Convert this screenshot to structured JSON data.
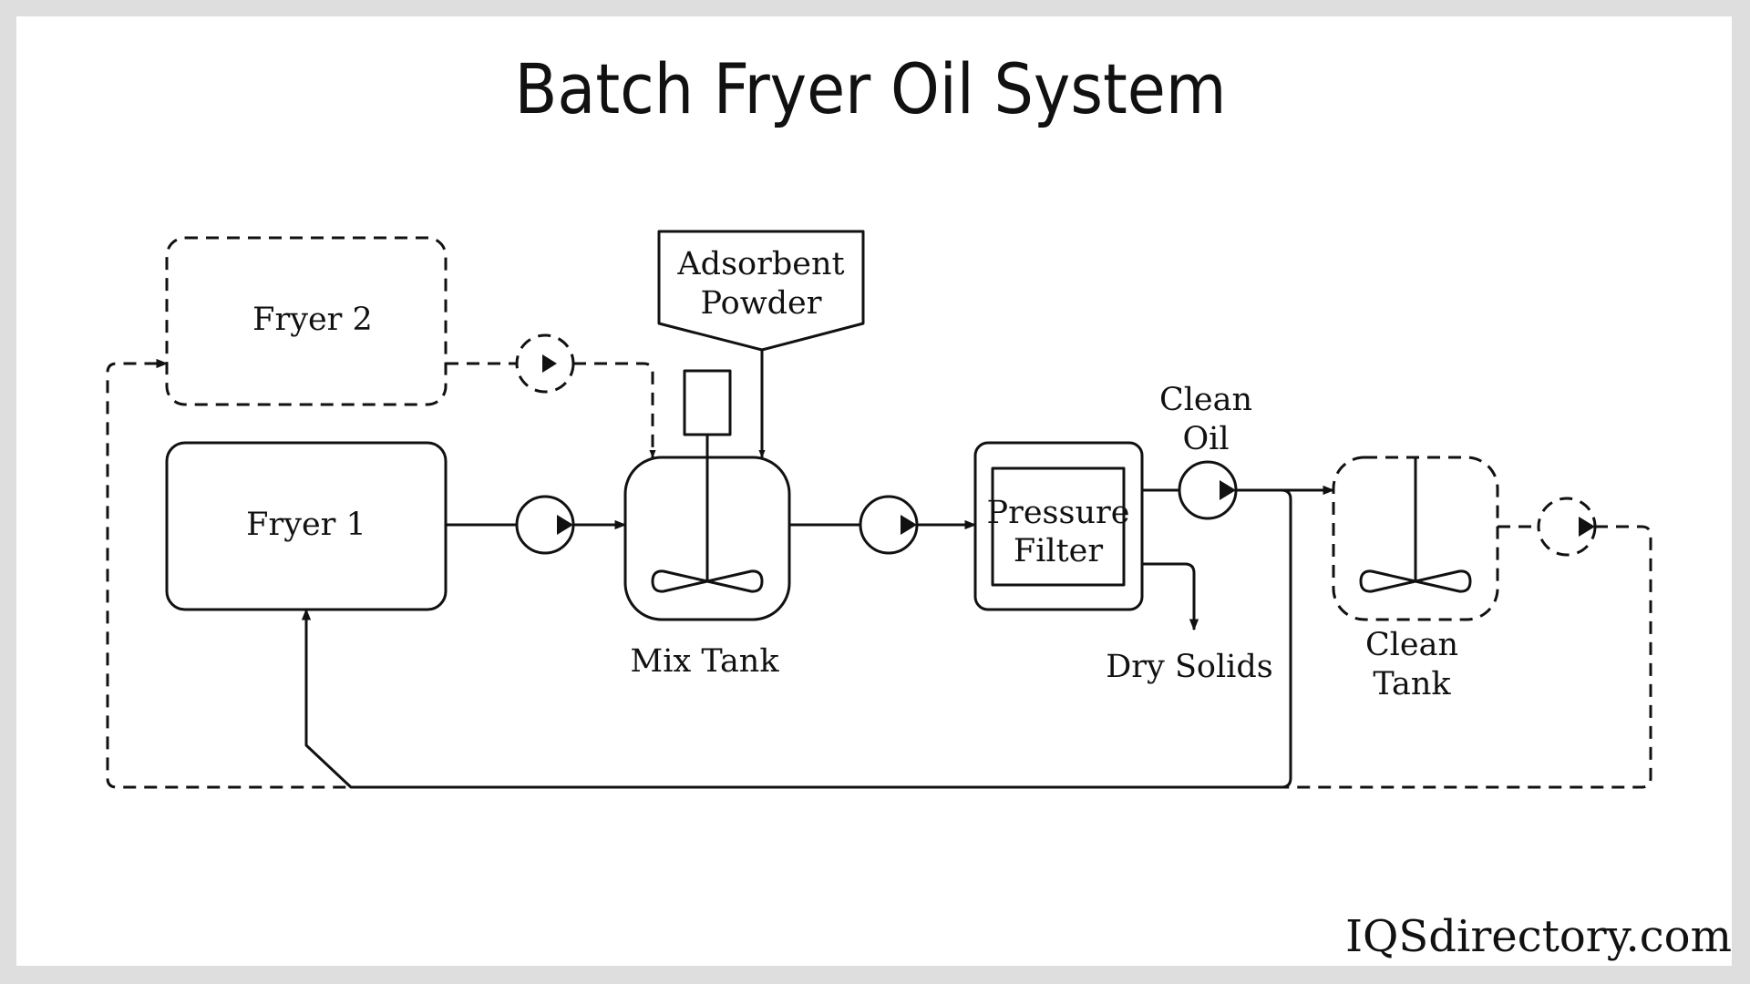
{
  "title": "Batch Fryer Oil System",
  "labels": {
    "fryer2": "Fryer 2",
    "fryer1": "Fryer 1",
    "adsorbent_line1": "Adsorbent",
    "adsorbent_line2": "Powder",
    "mix_tank": "Mix Tank",
    "pressure_line1": "Pressure",
    "pressure_line2": "Filter",
    "clean_oil_line1": "Clean",
    "clean_oil_line2": "Oil",
    "dry_solids": "Dry Solids",
    "clean_tank_line1": "Clean",
    "clean_tank_line2": "Tank"
  },
  "watermark": "IQSdirectory.com",
  "colors": {
    "background": "#ffffff",
    "frame": "#dedede",
    "ink": "#111111"
  }
}
